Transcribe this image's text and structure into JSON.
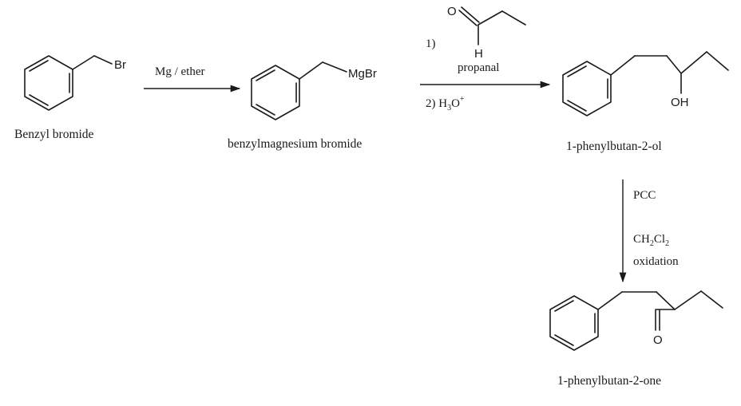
{
  "compounds": {
    "benzyl_bromide": {
      "name": "Benzyl bromide",
      "atom": "Br"
    },
    "grignard": {
      "name": "benzylmagnesium bromide",
      "atom": "MgBr"
    },
    "alcohol": {
      "name": "1-phenylbutan-2-ol",
      "atom": "OH"
    },
    "ketone": {
      "name": "1-phenylbutan-2-one",
      "atom": "O"
    }
  },
  "step1": {
    "reagent": "Mg / ether"
  },
  "step2": {
    "step_1_label": "1)",
    "aldehyde_atom_o": "O",
    "aldehyde_atom_h": "H",
    "aldehyde_name": "propanal",
    "step_2_prefix": "2) H",
    "step_2_sub": "3",
    "step_2_mid": "O",
    "step_2_sup": "+"
  },
  "step3": {
    "reagent": "PCC",
    "solvent_c": "CH",
    "solvent_sub1": "2",
    "solvent_cl": "Cl",
    "solvent_sub2": "2",
    "type": "oxidation"
  }
}
